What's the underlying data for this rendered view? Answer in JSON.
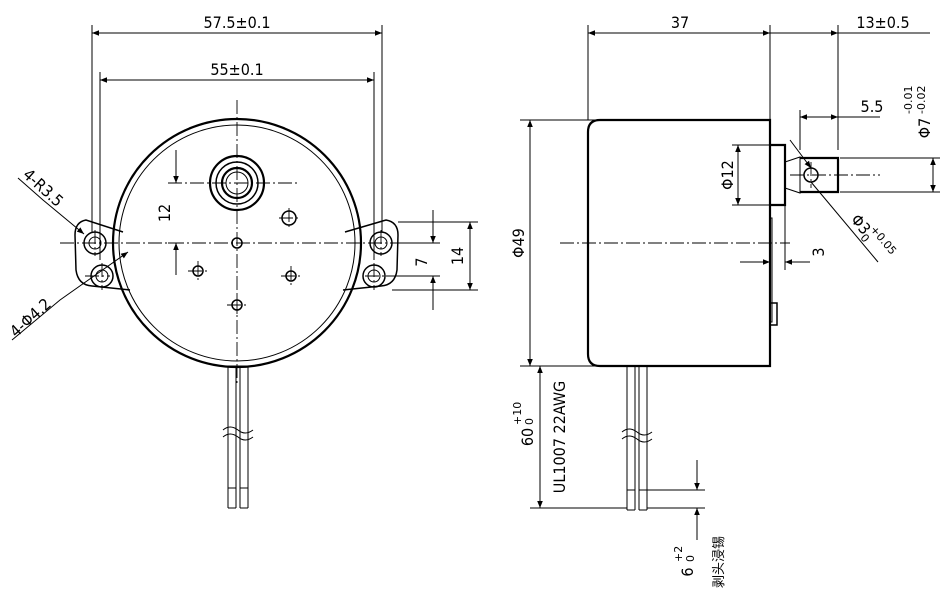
{
  "front_view": {
    "overall_width": "57.5±0.1",
    "hole_spacing": "55±0.1",
    "corner_radius": "4-R3.5",
    "hole_diameter": "4-Φ4.2",
    "shaft_offset": "12",
    "hole_pitch": "7",
    "flange_height": "14"
  },
  "side_view": {
    "body_length": "37",
    "shaft_length": "13±0.5",
    "flat_length": "5.5",
    "shaft_diameter_base": "Φ7",
    "shaft_diameter_tol_upper": "-0.01",
    "shaft_diameter_tol_lower": "-0.02",
    "boss_diameter": "Φ12",
    "cross_hole_base": "Φ3",
    "cross_hole_tol_upper": "+0.05",
    "cross_hole_tol_lower": "0",
    "boss_height": "3",
    "body_diameter": "Φ49"
  },
  "leads": {
    "length_base": "60",
    "length_tol_upper": "+10",
    "length_tol_lower": "0",
    "wire_spec": "UL1007  22AWG",
    "strip_base": "6",
    "strip_tol_upper": "+2",
    "strip_tol_lower": "0",
    "strip_note": "剥头浸锡"
  }
}
